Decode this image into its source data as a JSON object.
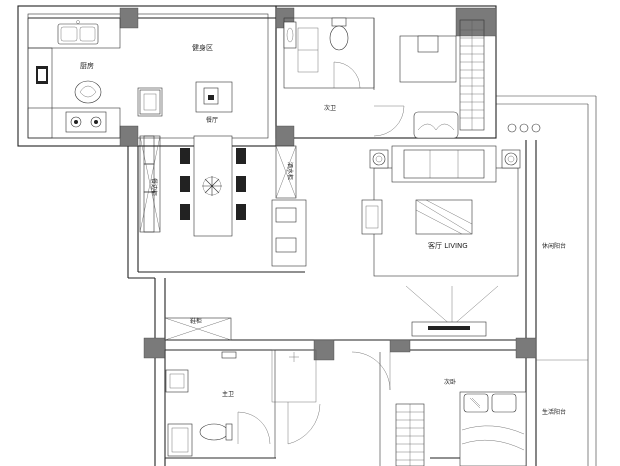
{
  "labels": {
    "kitchen": "厨房",
    "gym": "健身区",
    "dining": "餐厅",
    "guest_bath": "次卫",
    "living": "客厅 LIVING",
    "leisure_balcony": "休闲阳台",
    "shoe_cabinet": "鞋柜",
    "master_bath": "主卫",
    "second_bedroom": "次卧",
    "utility_balcony": "生活阳台",
    "left_cabinet": "餐边柜",
    "wine_cabinet": "酒水柜"
  }
}
